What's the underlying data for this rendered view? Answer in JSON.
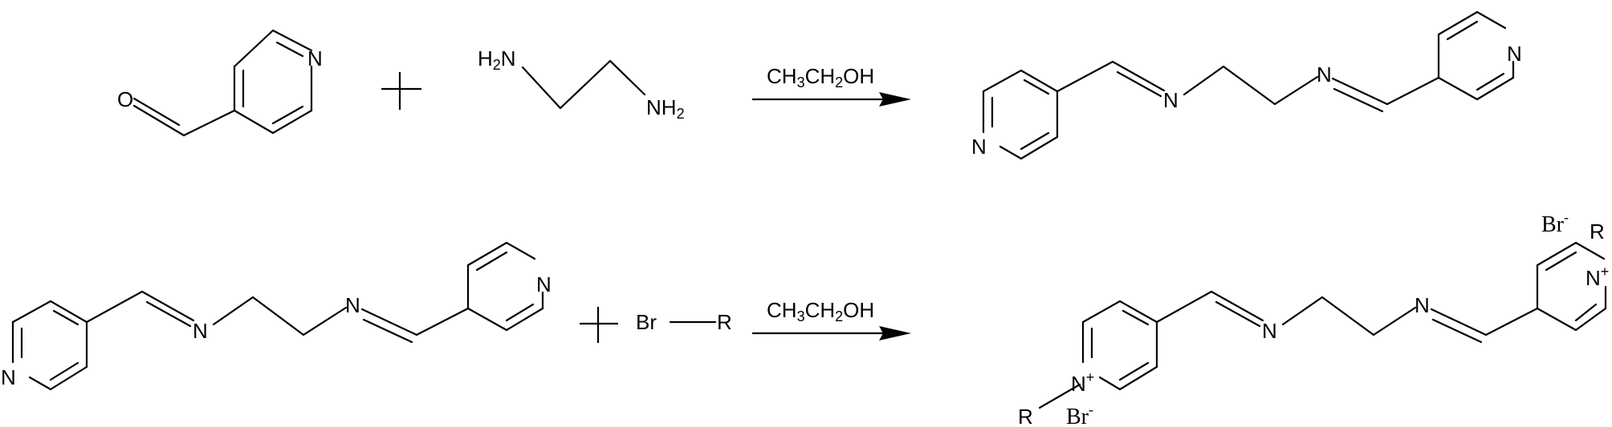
{
  "row1": {
    "reactant1": {
      "oxygen": "O",
      "nitrogen": "N"
    },
    "plus": "+",
    "reactant2": {
      "amine_left": "H2N",
      "amine_right": "NH2"
    },
    "conditions": "CH3CH2OH",
    "product": {
      "imine_left": "N",
      "imine_right": "N",
      "pyridine_left": "N",
      "pyridine_right": "N"
    }
  },
  "row2": {
    "reactant1": {
      "imine_left": "N",
      "imine_right": "N",
      "pyridine_left": "N",
      "pyridine_right": "N"
    },
    "plus": "+",
    "reactant2": {
      "bromine": "Br",
      "r_group": "R"
    },
    "conditions": "CH3CH2OH",
    "product": {
      "imine_left": "N",
      "imine_right": "N",
      "pyridinium_left": "N+",
      "pyridinium_right": "N+",
      "r_left": "R",
      "r_right": "R",
      "counterion_left": "Br-",
      "counterion_right": "Br-"
    }
  }
}
